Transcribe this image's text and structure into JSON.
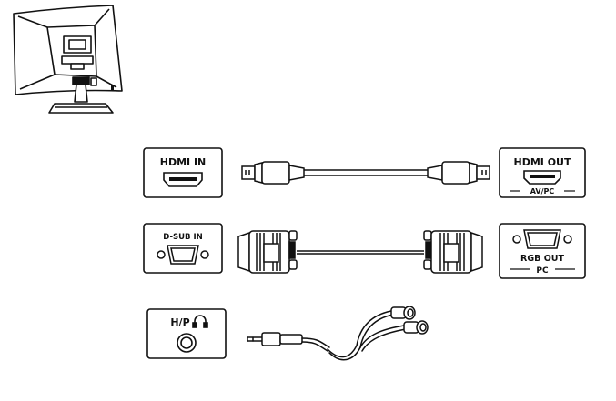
{
  "ports": {
    "hdmi_in": "HDMI IN",
    "hdmi_out": "HDMI OUT",
    "hdmi_out_sub": "AV/PC",
    "dsub_in": "D-SUB IN",
    "rgb_out": "RGB OUT",
    "rgb_out_sub": "PC",
    "hp": "H/P"
  },
  "icons": {
    "monitor": "monitor-rear-view-icon",
    "headphone": "headphone-icon"
  },
  "colors": {
    "line": "#111111",
    "background": "#ffffff"
  }
}
